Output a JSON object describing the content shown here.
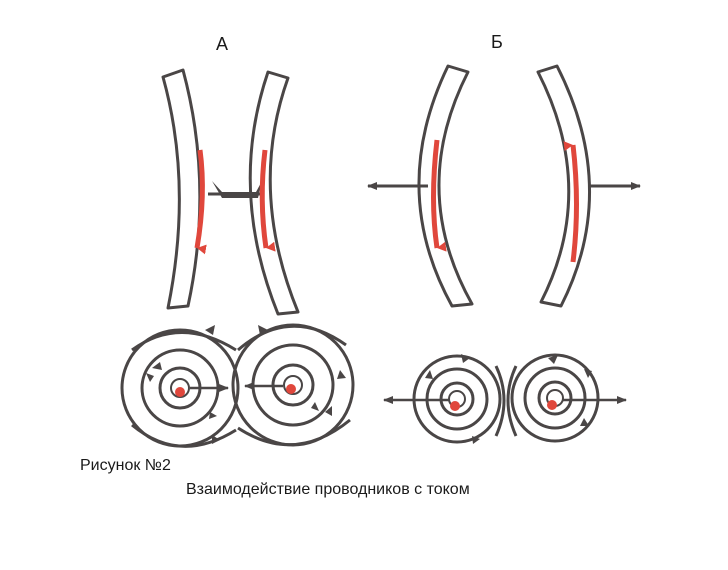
{
  "labels": {
    "panel_a": "А",
    "panel_b": "Б",
    "figure_number": "Рисунок №2",
    "caption": "Взаимодействие проводников  с током"
  },
  "colors": {
    "line": "#4a4646",
    "current": "#e0473c",
    "paper": "#ffffff"
  }
}
